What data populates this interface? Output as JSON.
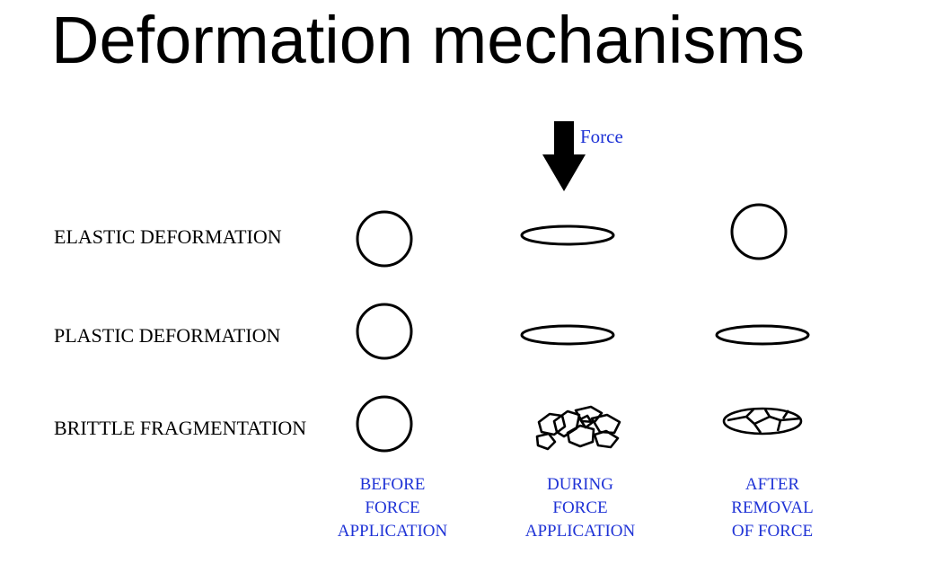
{
  "slide": {
    "title": "Deformation mechanisms",
    "force_label": "Force",
    "rows": [
      {
        "label": "ELASTIC DEFORMATION"
      },
      {
        "label": "PLASTIC DEFORMATION"
      },
      {
        "label": "BRITTLE FRAGMENTATION"
      }
    ],
    "columns": [
      {
        "lines": [
          "BEFORE",
          "FORCE",
          "APPLICATION"
        ]
      },
      {
        "lines": [
          "DURING",
          "FORCE",
          "APPLICATION"
        ]
      },
      {
        "lines": [
          "AFTER",
          "REMOVAL",
          "OF FORCE"
        ]
      }
    ],
    "colors": {
      "label_blue": "#1f33d6",
      "ink": "#000000"
    }
  }
}
